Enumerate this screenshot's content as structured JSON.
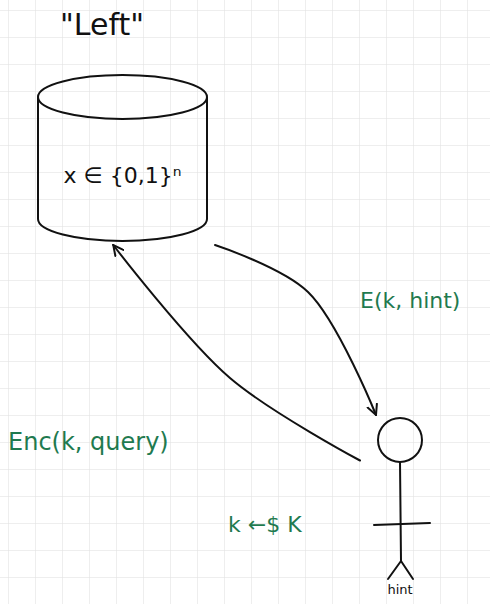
{
  "diagram": {
    "nodes": [
      {
        "text": [
          "\"Left\"",
          "x ∈ {0,1}ⁿ"
        ]
      },
      {
        "text": [
          "hint"
        ]
      }
    ],
    "edges": [
      {
        "from": 0,
        "to": 1,
        "arrow": "to",
        "label": "E(k, hint)"
      },
      {
        "from": 1,
        "to": 0,
        "arrow": "to",
        "label": "Enc(k, query)"
      }
    ],
    "labels": [
      "k ←$ K"
    ]
  }
}
